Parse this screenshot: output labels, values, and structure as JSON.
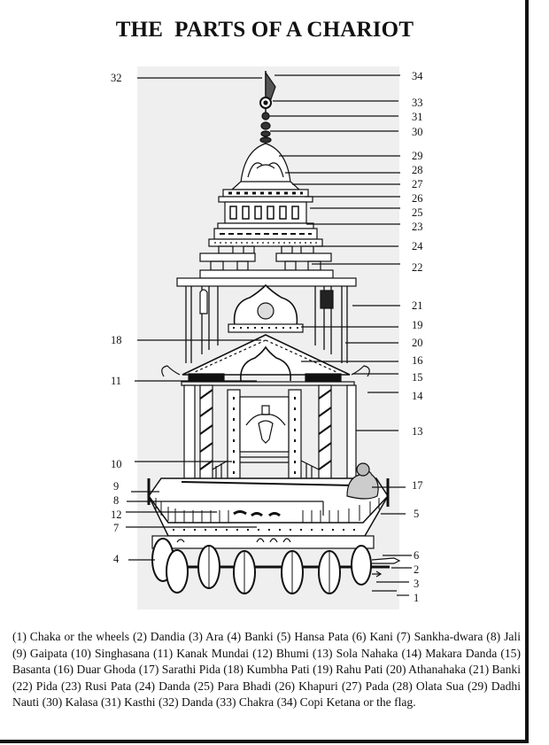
{
  "title": "THE  PARTS OF A CHARIOT",
  "labels": {
    "l32": "32",
    "l18": "18",
    "l11": "11",
    "l10": "10",
    "l9": "9",
    "l8": "8",
    "l12": "12",
    "l7": "7",
    "l4": "4",
    "r34": "34",
    "r33": "33",
    "r31": "31",
    "r30": "30",
    "r29": "29",
    "r28": "28",
    "r27": "27",
    "r26": "26",
    "r25": "25",
    "r23": "23",
    "r24": "24",
    "r22": "22",
    "r21": "21",
    "r19": "19",
    "r20": "20",
    "r16": "16",
    "r15": "15",
    "r14": "14",
    "r13": "13",
    "r17": "17",
    "r5": "5",
    "r6": "6",
    "r2": "2",
    "r3": "3",
    "r1": "1"
  },
  "caption": "(1) Chaka or the wheels (2) Dandia (3) Ara (4) Banki (5) Hansa Pata (6) Kani (7) Sankha-dwara (8) Jali (9) Gaipata (10) Singhasana (11) Kanak Mundai (12) Bhumi (13) Sola Nahaka (14) Makara Danda (15) Basanta (16) Duar Ghoda (17) Sarathi Pida (18) Kumbha Pati (19) Rahu Pati (20) Athanahaka (21) Banki (22) Pida (23) Rusi Pata (24) Danda (25) Para Bhadi (26) Khapuri (27) Pada (28) Olata Sua (29) Dadhi Nauti (30) Kalasa  (31) Kasthi (32) Danda (33) Chakra (34) Copi Ketana or the flag."
}
